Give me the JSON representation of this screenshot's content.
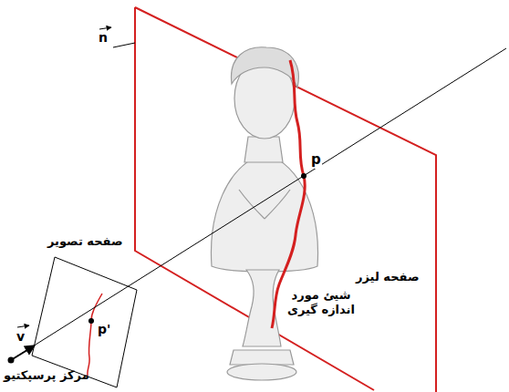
{
  "diagram": {
    "labels": [
      "n",
      "p",
      "p'",
      "v",
      "صفحه تصویر",
      "مرکز پرسپکتیو",
      "شیئ مورد اندازه گیری",
      "صفحه لیزر"
    ]
  }
}
